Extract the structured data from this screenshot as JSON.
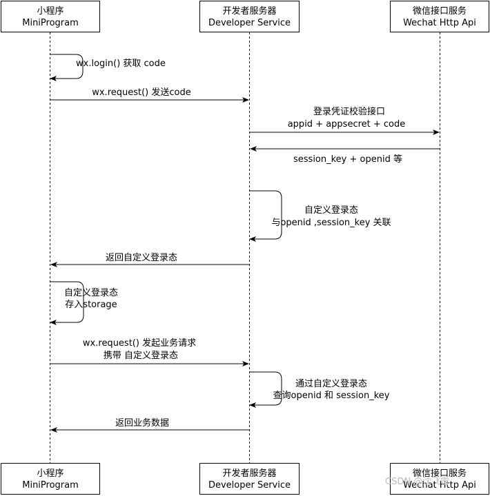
{
  "participants": {
    "mini": {
      "line1": "小程序",
      "line2": "MiniProgram"
    },
    "dev": {
      "line1": "开发者服务器",
      "line2": "Developer Service"
    },
    "wx": {
      "line1": "微信接口服务",
      "line2": "Wechat Http Api"
    }
  },
  "messages": {
    "login": {
      "line1": "wx.login() 获取 code"
    },
    "send_code": {
      "line1": "wx.request() 发送code"
    },
    "auth": {
      "line1": "登录凭证校验接口",
      "line2": "appid + appsecret + code"
    },
    "session": {
      "line1": "session_key + openid 等"
    },
    "custom_state": {
      "line1": "自定义登录态",
      "line2": "与openid ,session_key 关联"
    },
    "return_state": {
      "line1": "返回自定义登录态"
    },
    "store": {
      "line1": "自定义登录态",
      "line2": "存入storage"
    },
    "biz_request": {
      "line1": "wx.request() 发起业务请求",
      "line2": "携带 自定义登录态"
    },
    "query": {
      "line1": "通过自定义登录态",
      "line2": "查询openid 和 session_key"
    },
    "return_biz": {
      "line1": "返回业务数据"
    }
  },
  "watermark": "CSDN @沈飞雷"
}
